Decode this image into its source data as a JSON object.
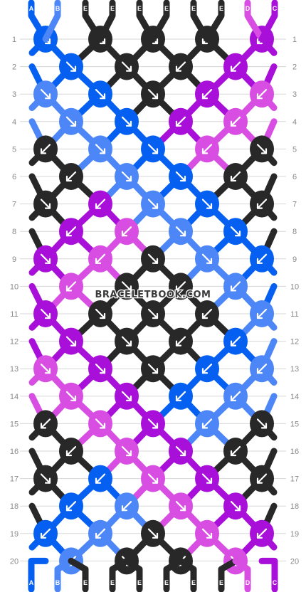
{
  "colors": {
    "A": "#0560f2",
    "B": "#4d86f7",
    "C": "#a80fd8",
    "D": "#d84ee2",
    "E": "#282828",
    "guide": "#d7d7d7",
    "label": "#8a8a8a"
  },
  "string_labels": [
    "A",
    "B",
    "E",
    "E",
    "E",
    "E",
    "E",
    "E",
    "D",
    "C"
  ],
  "row_numbers": [
    "1",
    "2",
    "3",
    "4",
    "5",
    "6",
    "7",
    "8",
    "9",
    "10",
    "11",
    "12",
    "13",
    "14",
    "15",
    "16",
    "17",
    "18",
    "19",
    "20"
  ],
  "watermark": "BRACELETBOOK.COM",
  "pattern": {
    "strings": 10,
    "rows": 20,
    "knots": [
      {
        "row": 1,
        "pos": 0,
        "color": "A",
        "dir": "right"
      },
      {
        "row": 1,
        "pos": 1,
        "color": "E",
        "dir": "right"
      },
      {
        "row": 1,
        "pos": 2,
        "color": "E",
        "dir": "right"
      },
      {
        "row": 1,
        "pos": 3,
        "color": "E",
        "dir": "left"
      },
      {
        "row": 1,
        "pos": 4,
        "color": "C",
        "dir": "left"
      },
      {
        "row": 2,
        "pos": 0,
        "color": "A",
        "dir": "right"
      },
      {
        "row": 2,
        "pos": 1,
        "color": "E",
        "dir": "right"
      },
      {
        "row": 2,
        "pos": 2,
        "color": "E",
        "dir": "left"
      },
      {
        "row": 2,
        "pos": 3,
        "color": "C",
        "dir": "left"
      },
      {
        "row": 3,
        "pos": 0,
        "color": "B",
        "dir": "right"
      },
      {
        "row": 3,
        "pos": 1,
        "color": "A",
        "dir": "right"
      },
      {
        "row": 3,
        "pos": 2,
        "color": "E",
        "dir": "right"
      },
      {
        "row": 3,
        "pos": 3,
        "color": "C",
        "dir": "left"
      },
      {
        "row": 3,
        "pos": 4,
        "color": "D",
        "dir": "left"
      },
      {
        "row": 4,
        "pos": 0,
        "color": "B",
        "dir": "right"
      },
      {
        "row": 4,
        "pos": 1,
        "color": "A",
        "dir": "right"
      },
      {
        "row": 4,
        "pos": 2,
        "color": "C",
        "dir": "left"
      },
      {
        "row": 4,
        "pos": 3,
        "color": "D",
        "dir": "left"
      },
      {
        "row": 5,
        "pos": 0,
        "color": "E",
        "dir": "left"
      },
      {
        "row": 5,
        "pos": 1,
        "color": "B",
        "dir": "right"
      },
      {
        "row": 5,
        "pos": 2,
        "color": "A",
        "dir": "right"
      },
      {
        "row": 5,
        "pos": 3,
        "color": "D",
        "dir": "left"
      },
      {
        "row": 5,
        "pos": 4,
        "color": "E",
        "dir": "right"
      },
      {
        "row": 6,
        "pos": 0,
        "color": "E",
        "dir": "left"
      },
      {
        "row": 6,
        "pos": 1,
        "color": "B",
        "dir": "right"
      },
      {
        "row": 6,
        "pos": 2,
        "color": "A",
        "dir": "right"
      },
      {
        "row": 6,
        "pos": 3,
        "color": "E",
        "dir": "left"
      },
      {
        "row": 7,
        "pos": 0,
        "color": "E",
        "dir": "right"
      },
      {
        "row": 7,
        "pos": 1,
        "color": "C",
        "dir": "left"
      },
      {
        "row": 7,
        "pos": 2,
        "color": "B",
        "dir": "right"
      },
      {
        "row": 7,
        "pos": 3,
        "color": "A",
        "dir": "right"
      },
      {
        "row": 7,
        "pos": 4,
        "color": "E",
        "dir": "left"
      },
      {
        "row": 8,
        "pos": 0,
        "color": "C",
        "dir": "left"
      },
      {
        "row": 8,
        "pos": 1,
        "color": "D",
        "dir": "left"
      },
      {
        "row": 8,
        "pos": 2,
        "color": "B",
        "dir": "right"
      },
      {
        "row": 8,
        "pos": 3,
        "color": "A",
        "dir": "right"
      },
      {
        "row": 9,
        "pos": 0,
        "color": "C",
        "dir": "right"
      },
      {
        "row": 9,
        "pos": 1,
        "color": "D",
        "dir": "left"
      },
      {
        "row": 9,
        "pos": 2,
        "color": "E",
        "dir": "right"
      },
      {
        "row": 9,
        "pos": 3,
        "color": "B",
        "dir": "right"
      },
      {
        "row": 9,
        "pos": 4,
        "color": "A",
        "dir": "left"
      },
      {
        "row": 10,
        "pos": 0,
        "color": "D",
        "dir": "left"
      },
      {
        "row": 10,
        "pos": 1,
        "color": "E",
        "dir": "right"
      },
      {
        "row": 10,
        "pos": 2,
        "color": "E",
        "dir": "left"
      },
      {
        "row": 10,
        "pos": 3,
        "color": "B",
        "dir": "left"
      },
      {
        "row": 11,
        "pos": 0,
        "color": "C",
        "dir": "right"
      },
      {
        "row": 11,
        "pos": 1,
        "color": "E",
        "dir": "right"
      },
      {
        "row": 11,
        "pos": 2,
        "color": "E",
        "dir": "right"
      },
      {
        "row": 11,
        "pos": 3,
        "color": "E",
        "dir": "left"
      },
      {
        "row": 11,
        "pos": 4,
        "color": "B",
        "dir": "left"
      },
      {
        "row": 12,
        "pos": 0,
        "color": "C",
        "dir": "right"
      },
      {
        "row": 12,
        "pos": 1,
        "color": "E",
        "dir": "right"
      },
      {
        "row": 12,
        "pos": 2,
        "color": "E",
        "dir": "left"
      },
      {
        "row": 12,
        "pos": 3,
        "color": "A",
        "dir": "left"
      },
      {
        "row": 13,
        "pos": 0,
        "color": "D",
        "dir": "right"
      },
      {
        "row": 13,
        "pos": 1,
        "color": "C",
        "dir": "right"
      },
      {
        "row": 13,
        "pos": 2,
        "color": "E",
        "dir": "right"
      },
      {
        "row": 13,
        "pos": 3,
        "color": "A",
        "dir": "left"
      },
      {
        "row": 13,
        "pos": 4,
        "color": "B",
        "dir": "left"
      },
      {
        "row": 14,
        "pos": 0,
        "color": "D",
        "dir": "right"
      },
      {
        "row": 14,
        "pos": 1,
        "color": "C",
        "dir": "right"
      },
      {
        "row": 14,
        "pos": 2,
        "color": "A",
        "dir": "left"
      },
      {
        "row": 14,
        "pos": 3,
        "color": "B",
        "dir": "left"
      },
      {
        "row": 15,
        "pos": 0,
        "color": "E",
        "dir": "left"
      },
      {
        "row": 15,
        "pos": 1,
        "color": "D",
        "dir": "right"
      },
      {
        "row": 15,
        "pos": 2,
        "color": "C",
        "dir": "right"
      },
      {
        "row": 15,
        "pos": 3,
        "color": "B",
        "dir": "left"
      },
      {
        "row": 15,
        "pos": 4,
        "color": "E",
        "dir": "right"
      },
      {
        "row": 16,
        "pos": 0,
        "color": "E",
        "dir": "left"
      },
      {
        "row": 16,
        "pos": 1,
        "color": "D",
        "dir": "right"
      },
      {
        "row": 16,
        "pos": 2,
        "color": "C",
        "dir": "right"
      },
      {
        "row": 16,
        "pos": 3,
        "color": "E",
        "dir": "left"
      },
      {
        "row": 17,
        "pos": 0,
        "color": "E",
        "dir": "right"
      },
      {
        "row": 17,
        "pos": 1,
        "color": "A",
        "dir": "left"
      },
      {
        "row": 17,
        "pos": 2,
        "color": "D",
        "dir": "right"
      },
      {
        "row": 17,
        "pos": 3,
        "color": "C",
        "dir": "right"
      },
      {
        "row": 17,
        "pos": 4,
        "color": "E",
        "dir": "left"
      },
      {
        "row": 18,
        "pos": 0,
        "color": "A",
        "dir": "left"
      },
      {
        "row": 18,
        "pos": 1,
        "color": "B",
        "dir": "left"
      },
      {
        "row": 18,
        "pos": 2,
        "color": "D",
        "dir": "right"
      },
      {
        "row": 18,
        "pos": 3,
        "color": "C",
        "dir": "right"
      },
      {
        "row": 19,
        "pos": 0,
        "color": "A",
        "dir": "left"
      },
      {
        "row": 19,
        "pos": 1,
        "color": "B",
        "dir": "left"
      },
      {
        "row": 19,
        "pos": 2,
        "color": "E",
        "dir": "right"
      },
      {
        "row": 19,
        "pos": 3,
        "color": "D",
        "dir": "right"
      },
      {
        "row": 19,
        "pos": 4,
        "color": "C",
        "dir": "left"
      },
      {
        "row": 20,
        "pos": 0,
        "color": "B",
        "dir": "left"
      },
      {
        "row": 20,
        "pos": 1,
        "color": "E",
        "dir": "right"
      },
      {
        "row": 20,
        "pos": 2,
        "color": "E",
        "dir": "left"
      },
      {
        "row": 20,
        "pos": 3,
        "color": "D",
        "dir": "right"
      }
    ]
  }
}
